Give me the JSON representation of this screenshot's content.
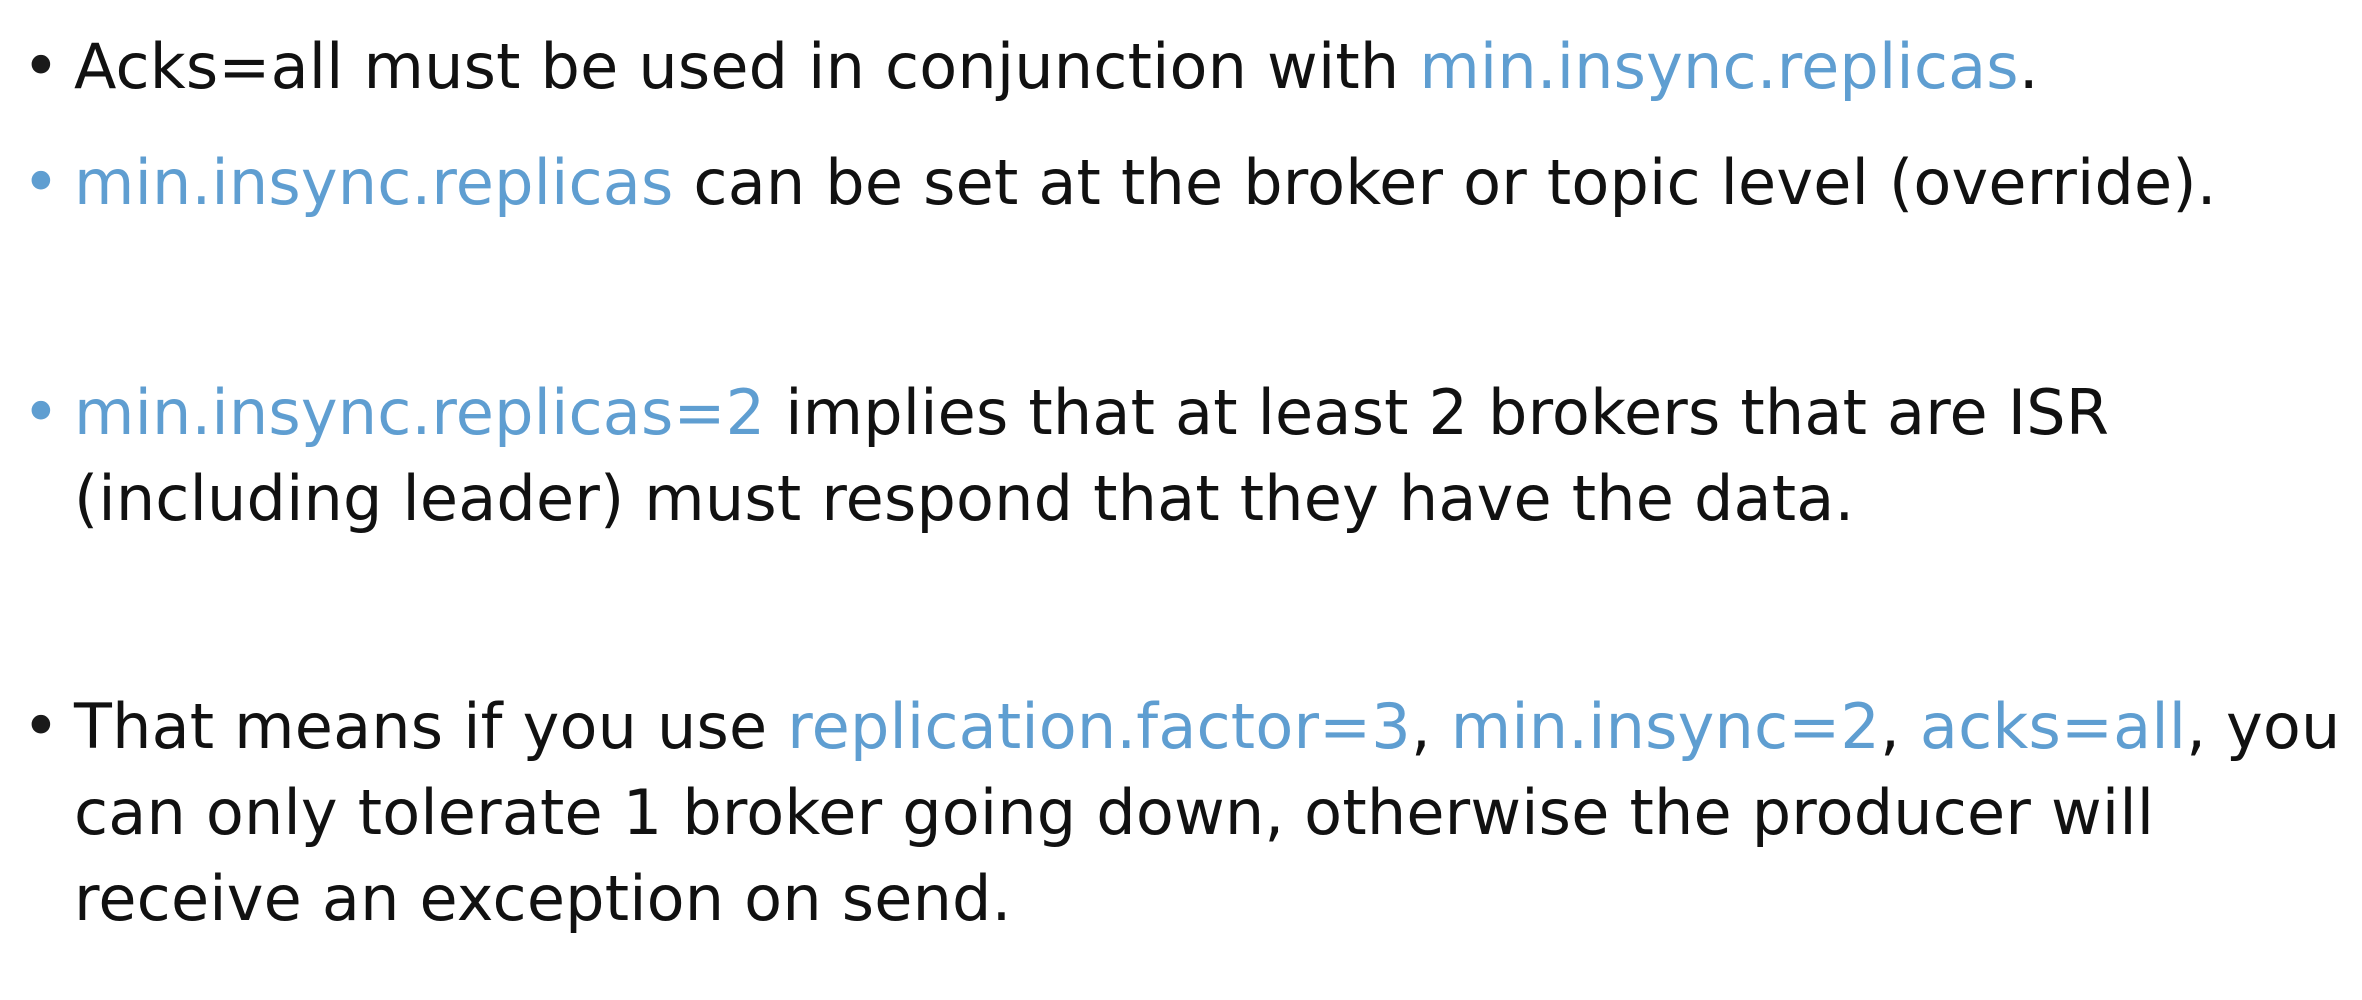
{
  "colors": {
    "text": "#111111",
    "highlight": "#5f9ed1",
    "background": "#ffffff"
  },
  "bullets": [
    {
      "marker": "•",
      "line1": {
        "before": "Acks=all must be used in conjunction with ",
        "hl": "min.insync.replicas",
        "after": "."
      }
    },
    {
      "marker": "•",
      "line1": {
        "hl": "min.insync.replicas",
        "after": " can be set at the broker or topic level (override)."
      }
    },
    {
      "marker": "•",
      "line1": {
        "hl": "min.insync.replicas=2",
        "after": " implies that at least 2 brokers that are ISR"
      },
      "line2": "(including leader) must respond that they have the data."
    },
    {
      "marker": "•",
      "line1": {
        "before": "That means if you use ",
        "hl1": "replication.factor=3",
        "sep1": ", ",
        "hl2": "min.insync=2",
        "sep2": ", ",
        "hl3": "acks=all",
        "after": ", you"
      },
      "line2": "can only tolerate 1 broker going down, otherwise the producer will",
      "line3": "receive an exception on send."
    }
  ]
}
